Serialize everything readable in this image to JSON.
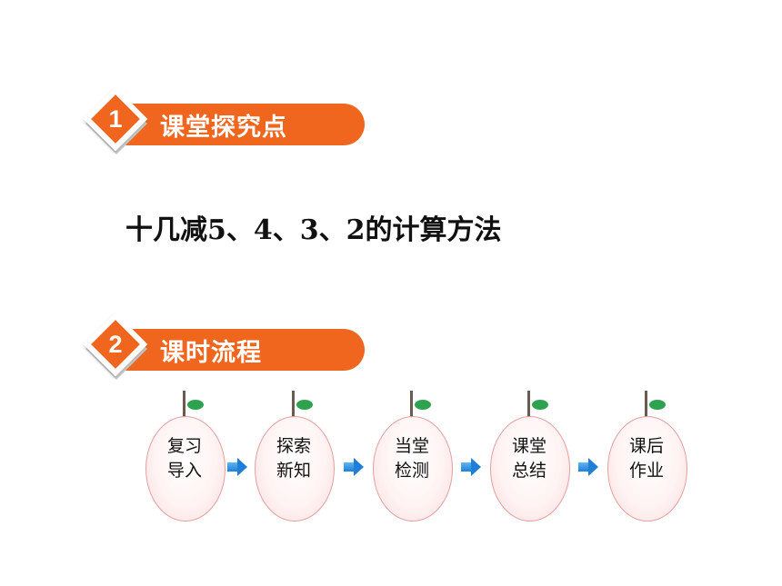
{
  "sections": [
    {
      "number": "1",
      "title": "课堂探究点"
    },
    {
      "number": "2",
      "title": "课时流程"
    }
  ],
  "topic": "十几减5、4、3、2的计算方法",
  "flow": {
    "steps": [
      {
        "line1": "复习",
        "line2": "导入"
      },
      {
        "line1": "探索",
        "line2": "新知"
      },
      {
        "line1": "当堂",
        "line2": "检测"
      },
      {
        "line1": "课堂",
        "line2": "总结"
      },
      {
        "line1": "课后",
        "line2": "作业"
      }
    ],
    "arrow_icon": "blue-right-arrow-icon",
    "fruit_icon": "fruit-icon"
  },
  "colors": {
    "accent": "#f0661e",
    "arrow": "#1f7fd8",
    "leaf": "#2ea24f",
    "fruit_border": "#e3a0a0"
  }
}
